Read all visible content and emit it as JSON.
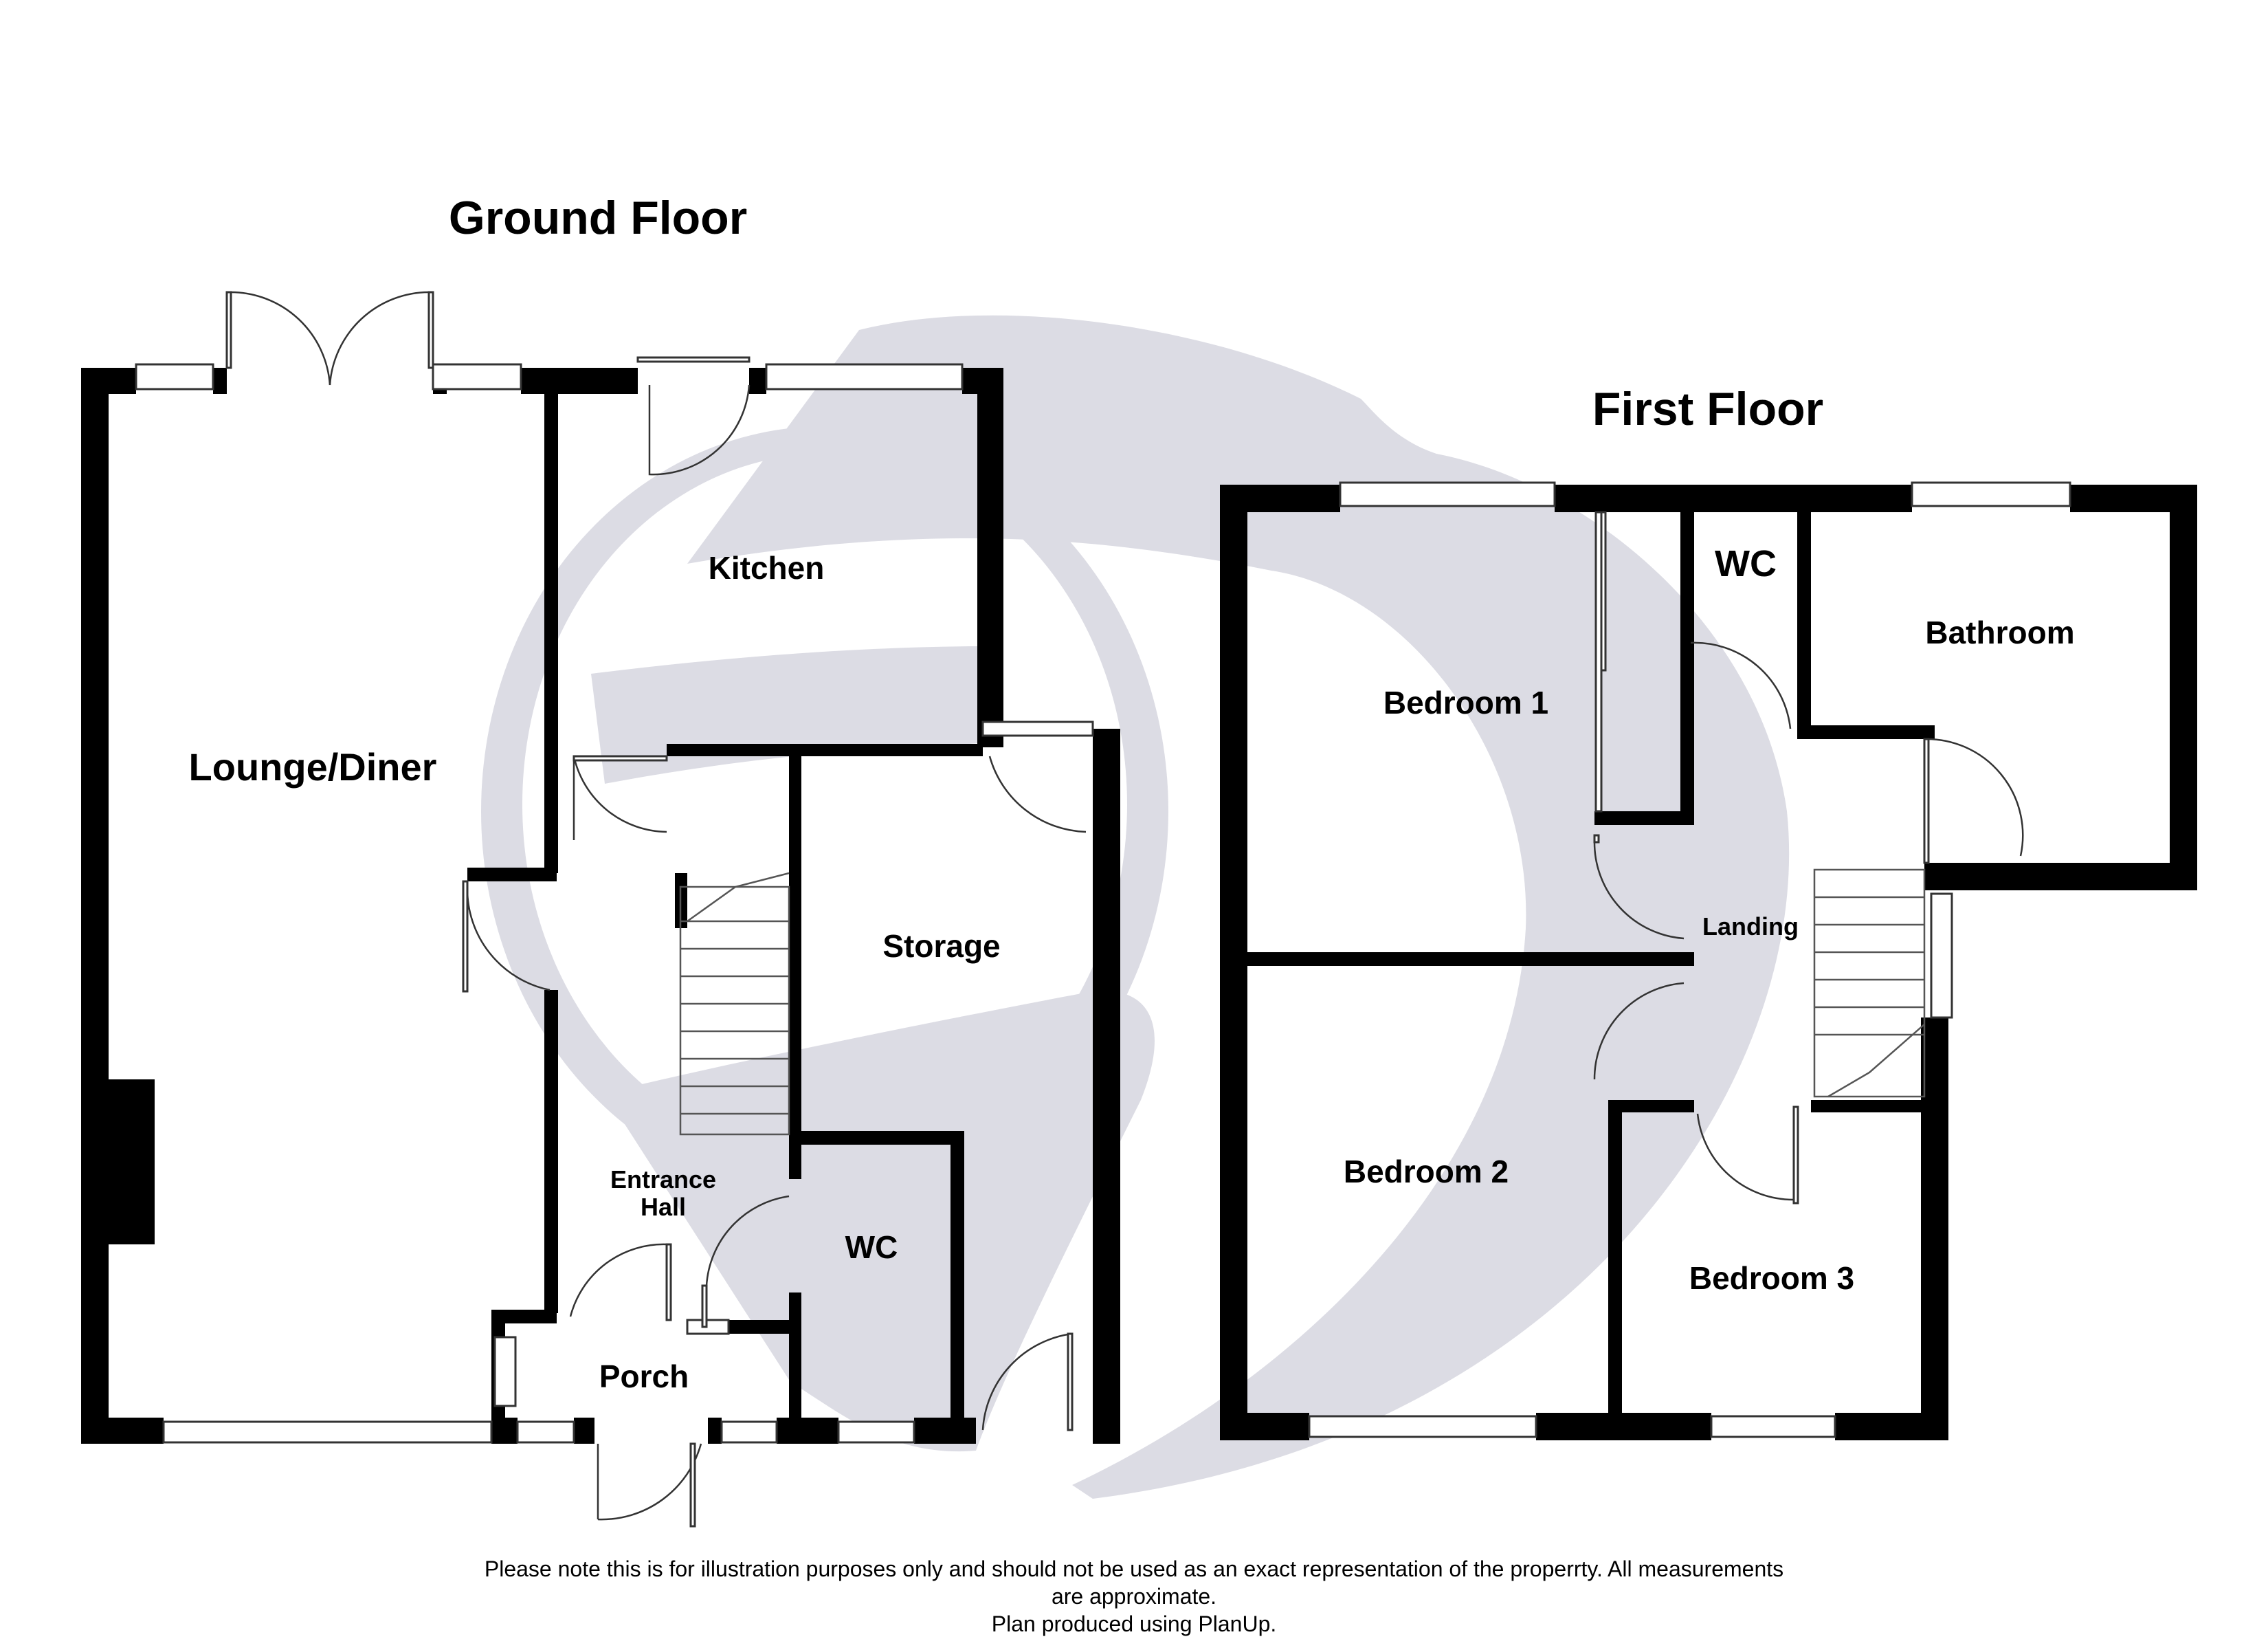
{
  "ground_floor": {
    "title": "Ground Floor",
    "rooms": {
      "lounge": "Lounge/Diner",
      "kitchen": "Kitchen",
      "storage": "Storage",
      "entrance_line1": "Entrance",
      "entrance_line2": "Hall",
      "wc": "WC",
      "porch": "Porch"
    }
  },
  "first_floor": {
    "title": "First Floor",
    "rooms": {
      "bedroom1": "Bedroom 1",
      "bedroom2": "Bedroom 2",
      "bedroom3": "Bedroom 3",
      "wc": "WC",
      "bathroom": "Bathroom",
      "landing": "Landing"
    }
  },
  "disclaimer": {
    "line1": "Please note this is for illustration purposes only and should not be used as an exact representation of the properrty. All measurements",
    "line2": "are approximate.",
    "line3": "Plan produced using PlanUp."
  },
  "colors": {
    "wall": "#000000",
    "watermark": "#dcdce4",
    "background": "#ffffff"
  }
}
